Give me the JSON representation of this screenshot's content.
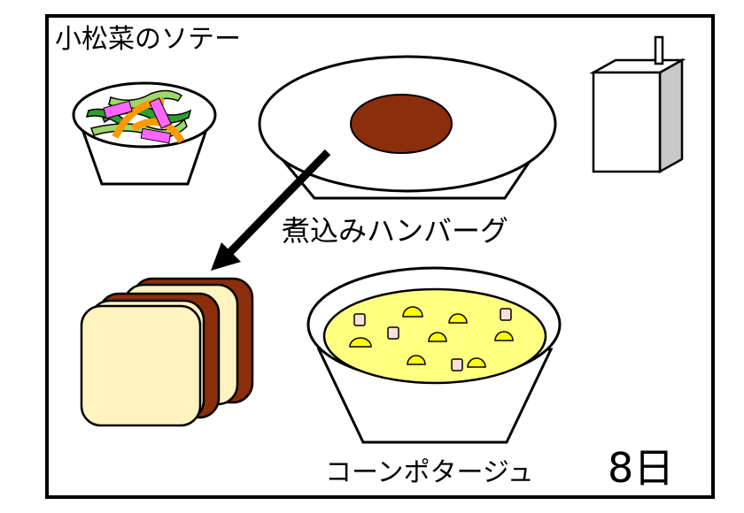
{
  "menu": {
    "side_dish": "小松菜のソテー",
    "main_dish": "煮込みハンバーグ",
    "soup": "コーンポタージュ",
    "day": "8日"
  },
  "colors": {
    "hamburg": "#8b2e0c",
    "bread_crust": "#8b2e0c",
    "bread_crumb": "#fff3c0",
    "soup": "#ffff80",
    "corn": "#ffff00",
    "ham": "#fde0d8",
    "greens": "#2e9e2e",
    "carrot": "#ff9900",
    "kamaboko": "#ff66ff",
    "carton_side": "#c8c8c8"
  }
}
